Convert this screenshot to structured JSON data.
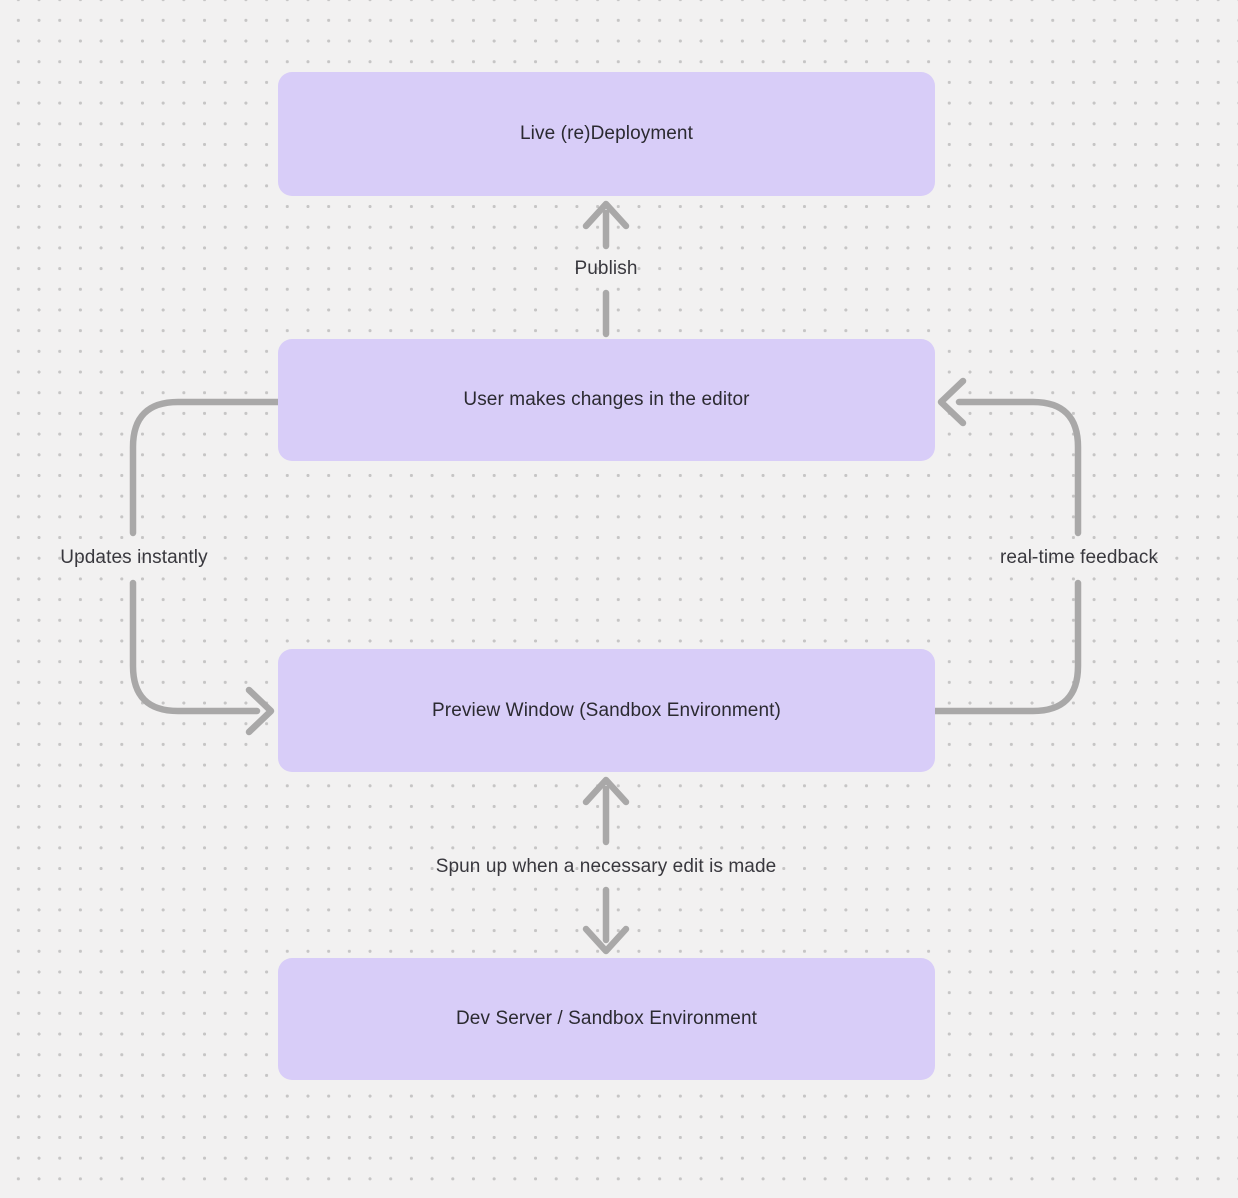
{
  "colors": {
    "canvas-bg": "#f2f1f1",
    "dot": "#c6c5c5",
    "node-fill": "#d8cdf8",
    "node-text": "#2b2a31",
    "edge-label-text": "#39383e",
    "arrow": "#a9a8a8"
  },
  "nodes": [
    {
      "id": "live-redeployment",
      "label": "Live (re)Deployment"
    },
    {
      "id": "user-editor",
      "label": "User makes changes in the editor"
    },
    {
      "id": "preview-window",
      "label": "Preview Window (Sandbox Environment)"
    },
    {
      "id": "dev-server",
      "label": "Dev Server / Sandbox Environment"
    }
  ],
  "edges": [
    {
      "id": "publish",
      "label": "Publish",
      "from": "user-editor",
      "to": "live-redeployment"
    },
    {
      "id": "updates-instantly",
      "label": "Updates instantly",
      "from": "user-editor",
      "to": "preview-window"
    },
    {
      "id": "real-time-feedback",
      "label": "real-time feedback",
      "from": "preview-window",
      "to": "user-editor"
    },
    {
      "id": "spun-up",
      "label": "Spun up when a necessary edit is made",
      "from": "preview-window",
      "to": "dev-server",
      "bidirectional": true
    }
  ]
}
